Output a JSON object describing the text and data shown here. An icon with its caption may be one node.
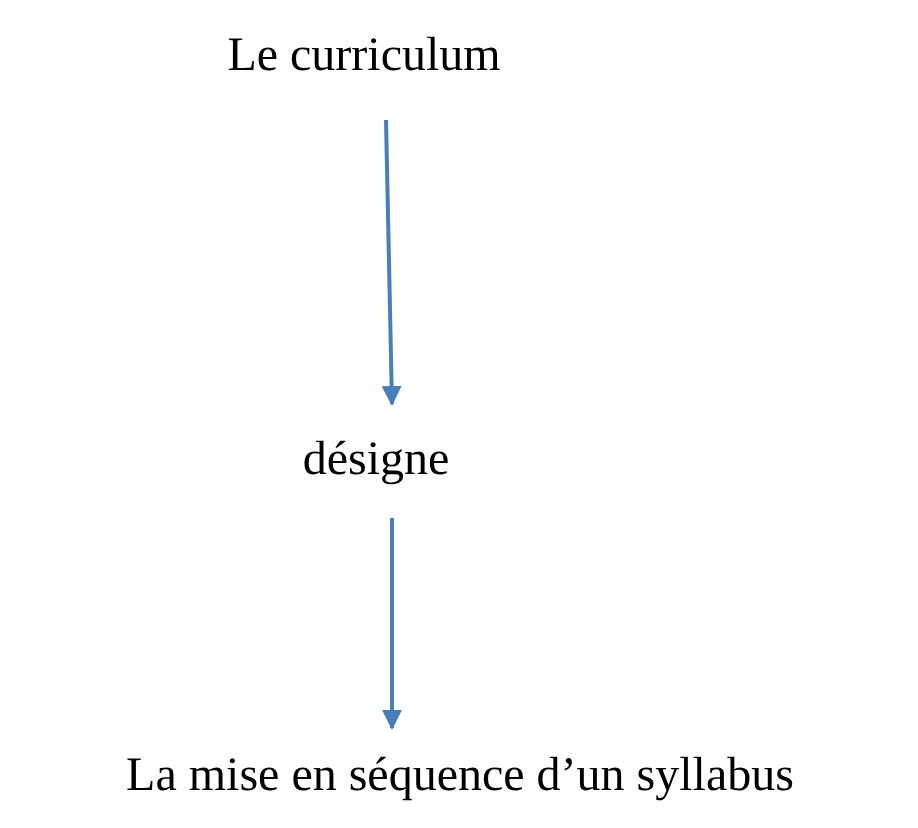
{
  "diagram": {
    "nodes": [
      {
        "text": [
          "Le curriculum"
        ]
      },
      {
        "text": [
          "désigne"
        ]
      },
      {
        "text": [
          "La mise en séquence d’un syllabus"
        ]
      }
    ],
    "edges": [
      {
        "from": 0,
        "to": 1,
        "arrow": "to"
      },
      {
        "from": 1,
        "to": 2,
        "arrow": "to"
      }
    ]
  }
}
